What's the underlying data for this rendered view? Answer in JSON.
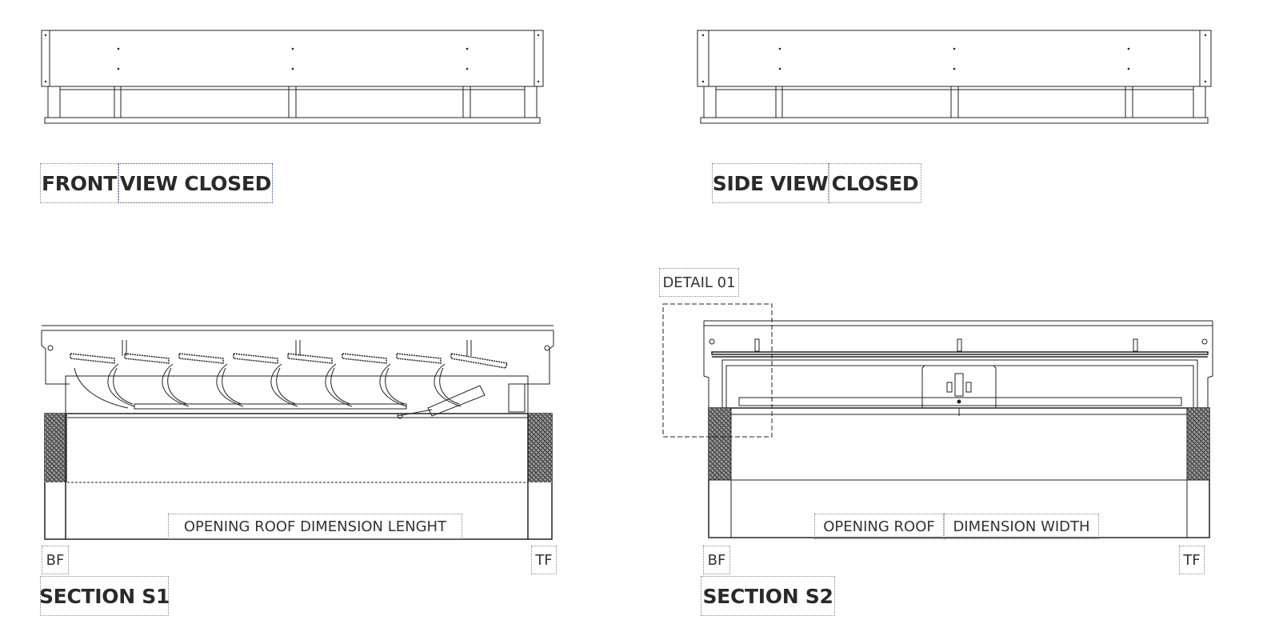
{
  "labels": {
    "front_a": "FRONT",
    "front_b": "VIEW CLOSED",
    "side_a": "SIDE VIEW",
    "side_b": "CLOSED",
    "detail": "DETAIL 01",
    "s1_dim": "OPENING ROOF DIMENSION LENGHT",
    "s2_dim_a": "OPENING ROOF",
    "s2_dim_b": "DIMENSION WIDTH",
    "s1_bf": "BF",
    "s1_tf": "TF",
    "s2_bf": "BF",
    "s2_tf": "TF",
    "section_s1": "SECTION S1",
    "section_s2": "SECTION S2"
  }
}
